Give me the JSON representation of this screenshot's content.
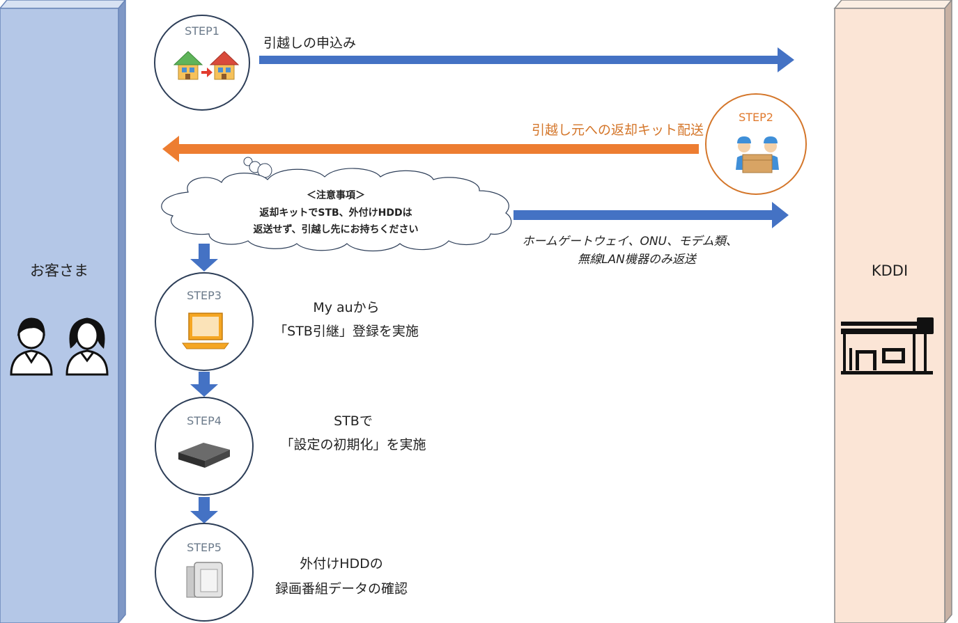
{
  "parties": {
    "customer": "お客さま",
    "kddi": "KDDI"
  },
  "steps": [
    {
      "id": "STEP1",
      "label": "STEP1",
      "lines": [
        "引越しの申込み"
      ]
    },
    {
      "id": "STEP2",
      "label": "STEP2",
      "lines": [
        "引越し元への返却キット配送"
      ]
    },
    {
      "id": "STEP3",
      "label": "STEP3",
      "lines": [
        "My auから",
        "「STB引継」登録を実施"
      ]
    },
    {
      "id": "STEP4",
      "label": "STEP4",
      "lines": [
        "STBで",
        "「設定の初期化」を実施"
      ]
    },
    {
      "id": "STEP5",
      "label": "STEP5",
      "lines": [
        "外付けHDDの",
        "録画番組データの確認"
      ]
    }
  ],
  "note": {
    "lines": [
      "＜注意事項＞",
      "返却キットでSTB、外付けHDDは",
      "返送せず、引越し先にお持ちください"
    ]
  },
  "return_items": {
    "lines": [
      "ホームゲートウェイ、ONU、モデム類、",
      "無線LAN機器のみ返送"
    ]
  },
  "colors": {
    "customer_pillar": "#b4c7e7",
    "kddi_pillar": "#fbe5d6",
    "blue_arrow": "#4472c4",
    "orange_arrow": "#ed7d31",
    "orange_circle": "#d4762a"
  },
  "icons": {
    "step1": "house-move-icon",
    "step2": "delivery-staff-icon",
    "step3": "laptop-icon",
    "step4": "stb-box-icon",
    "step5": "hdd-icon",
    "customer": "customers-icon",
    "kddi": "shop-icon"
  }
}
